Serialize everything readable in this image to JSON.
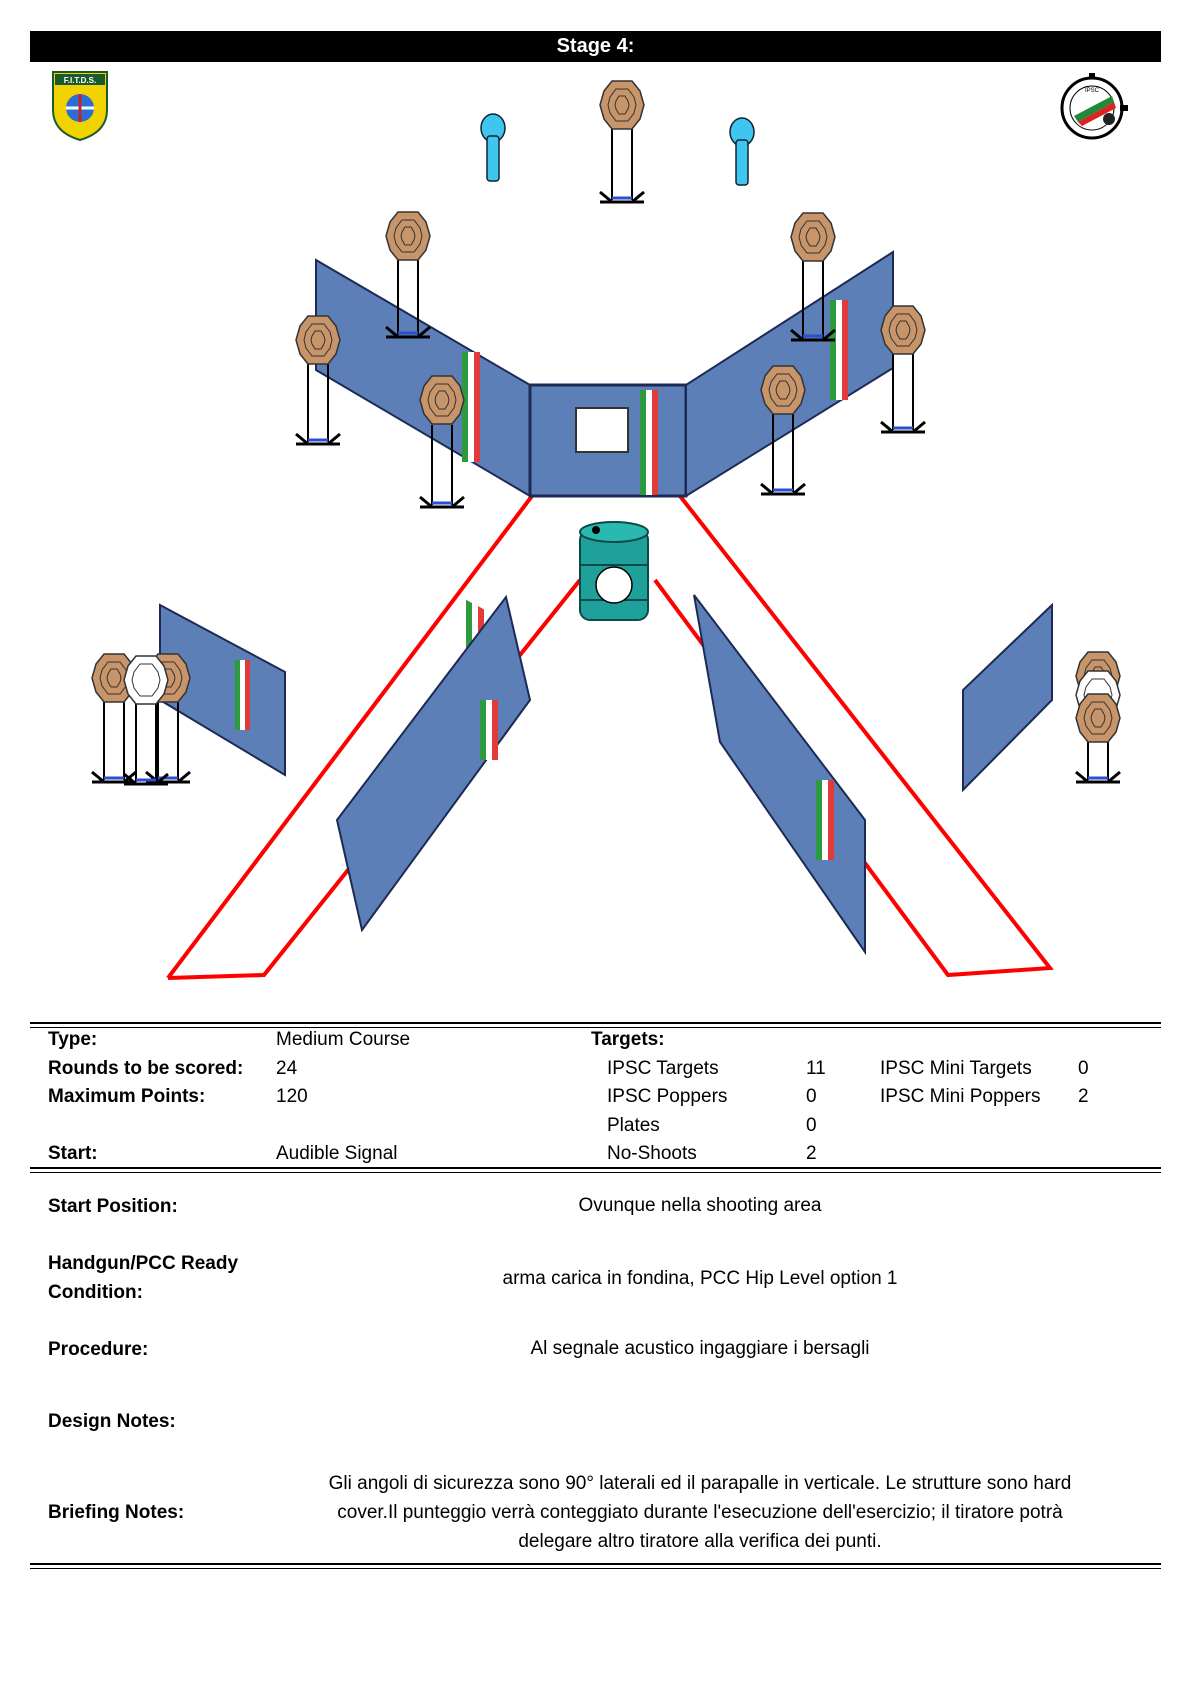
{
  "header": {
    "title": "Stage 4:"
  },
  "logos": {
    "left": {
      "text": "F.I.T.D.S.",
      "icon": "fitds-shield-logo"
    },
    "right": {
      "text": "IPSC",
      "icon": "ipsc-club-logo"
    }
  },
  "summary": {
    "type_label": "Type:",
    "type_value": "Medium Course",
    "rounds_label": "Rounds to be scored:",
    "rounds_value": "24",
    "points_label": "Maximum Points:",
    "points_value": "120",
    "start_label": "Start:",
    "start_value": "Audible Signal",
    "targets_label": "Targets:",
    "targets": [
      {
        "label": "IPSC Targets",
        "value": "11"
      },
      {
        "label": "IPSC Poppers",
        "value": "0"
      },
      {
        "label": "Plates",
        "value": "0"
      },
      {
        "label": "No-Shoots",
        "value": "2"
      }
    ],
    "mini_targets": [
      {
        "label": "IPSC Mini Targets",
        "value": "0"
      },
      {
        "label": "IPSC Mini Poppers",
        "value": "2"
      }
    ]
  },
  "details": {
    "start_position_label": "Start Position:",
    "start_position_value": "Ovunque nella shooting area",
    "ready_label_1": "Handgun/PCC Ready",
    "ready_label_2": "Condition:",
    "ready_value": "arma carica in fondina, PCC Hip Level option 1",
    "procedure_label": "Procedure:",
    "procedure_value": "Al segnale acustico ingaggiare i bersagli",
    "design_label": "Design Notes:",
    "design_value": "",
    "briefing_label": "Briefing Notes:",
    "briefing_lines": [
      "Gli angoli di sicurezza sono 90° laterali ed il parapalle in verticale. Le strutture sono hard",
      "cover.Il punteggio verrà conteggiato durante l'esecuzione dell'esercizio; il tiratore potrà",
      "delegare altro tiratore alla verifica  dei punti."
    ]
  },
  "colors": {
    "wall": "#5b7fb6",
    "target": "#c8946a",
    "popper": "#3ec6ef",
    "fault_line": "#ff0000",
    "barrel": "#1fa09a"
  }
}
